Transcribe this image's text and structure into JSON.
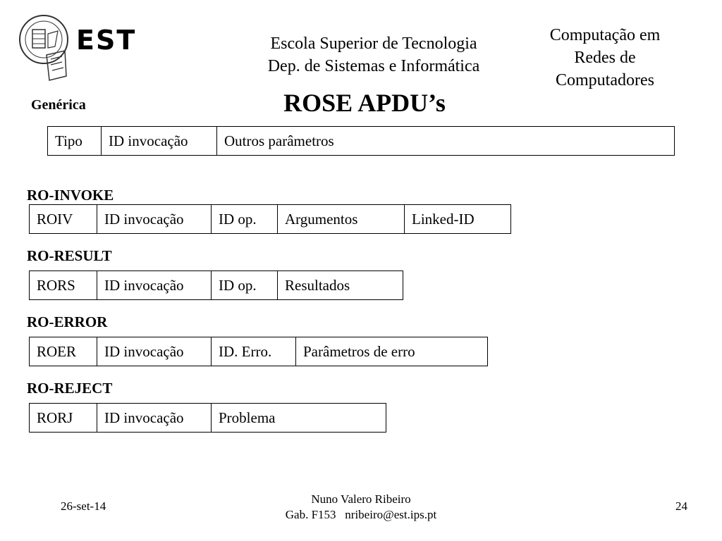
{
  "header": {
    "school_line1": "Escola Superior de Tecnologia",
    "school_line2": "Dep. de Sistemas e Informática",
    "course_line1": "Computação em",
    "course_line2": "Redes de",
    "course_line3": "Computadores",
    "logo_text": "EST"
  },
  "title": "ROSE APDU’s",
  "generic": {
    "label": "Genérica",
    "cells": [
      "Tipo",
      "ID invocação",
      "Outros parâmetros"
    ]
  },
  "sections": [
    {
      "label": "RO-INVOKE",
      "cells": [
        "ROIV",
        "ID invocação",
        "ID op.",
        "Argumentos",
        "Linked-ID"
      ]
    },
    {
      "label": "RO-RESULT",
      "cells": [
        "RORS",
        "ID invocação",
        "ID op.",
        "Resultados"
      ]
    },
    {
      "label": "RO-ERROR",
      "cells": [
        "ROER",
        "ID invocação",
        "ID. Erro.",
        "Parâmetros de erro"
      ]
    },
    {
      "label": "RO-REJECT",
      "cells": [
        "RORJ",
        "ID invocação",
        "Problema"
      ]
    }
  ],
  "footer": {
    "date": "26-set-14",
    "author": "Nuno Valero Ribeiro",
    "office": "Gab. F153",
    "email": "nribeiro@est.ips.pt",
    "page": "24"
  }
}
